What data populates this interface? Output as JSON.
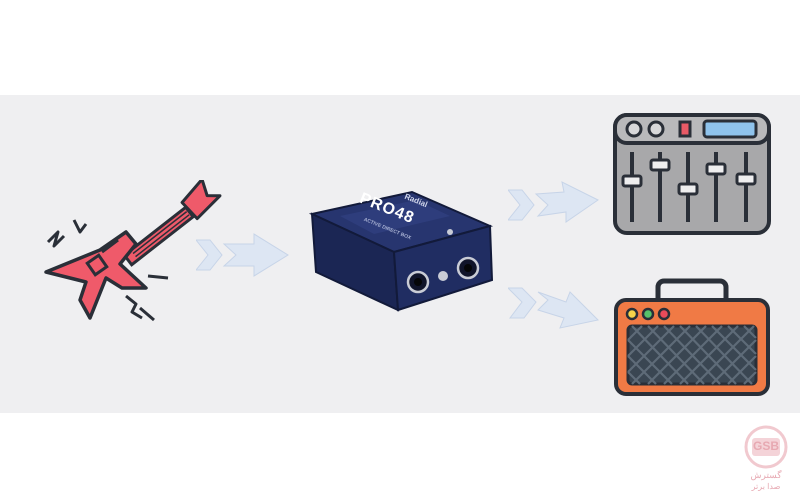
{
  "device": {
    "brand": "Radial",
    "model": "PRO48",
    "subtitle": "ACTIVE DIRECT BOX"
  },
  "watermark": {
    "logo_text": "GSB",
    "line1": "گسترش",
    "line2": "صدا برتر"
  },
  "colors": {
    "background_band": "#efeff1",
    "arrow": "#dde6f3",
    "guitar": "#ef5a6a",
    "di_box": "#1e2a5c",
    "mixer": "#a8a8aa",
    "amp": "#f07a45",
    "amp_grille": "#3a4652"
  },
  "icons": [
    "guitar-icon",
    "di-box-icon",
    "mixer-icon",
    "amplifier-icon",
    "double-chevron-arrow-icon"
  ]
}
